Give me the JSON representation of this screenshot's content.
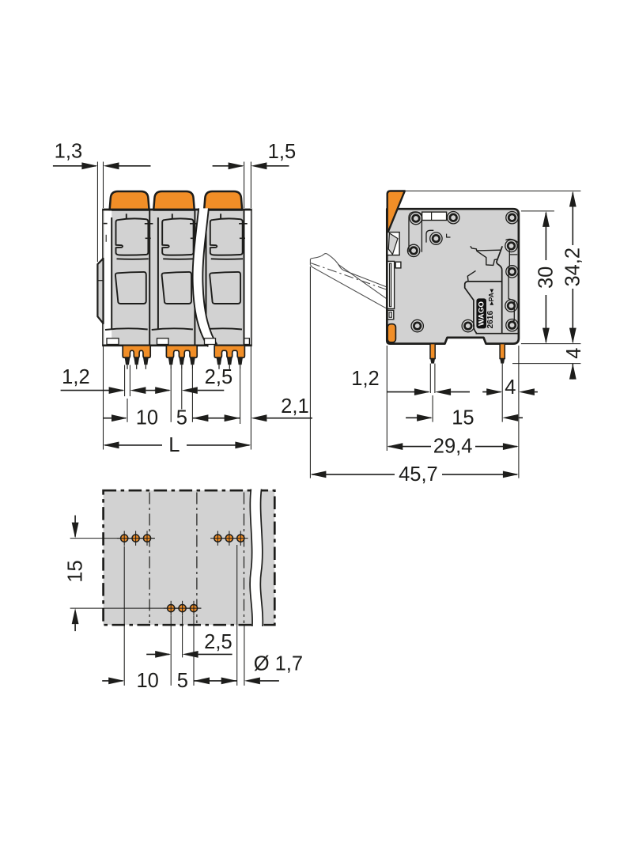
{
  "drawing": {
    "type": "technical-dimensional-drawing",
    "unit_style": "millimetres (decimal comma)"
  },
  "colors": {
    "accent_orange": "#f18e27",
    "body_gray": "#d2d2d2",
    "line": "#1d1d1b",
    "background": "#ffffff"
  },
  "front": {
    "dims": {
      "d13": "1,3",
      "d15": "1,5",
      "d12": "1,2",
      "d25": "2,5",
      "d10": "10",
      "d5": "5",
      "d21": "2,1",
      "dL": "L"
    }
  },
  "side": {
    "marking": {
      "brand": "WAGO",
      "series": "2616",
      "material": "▸PA◂"
    },
    "dims": {
      "d30": "30",
      "d342": "34,2",
      "d4v": "4",
      "d12": "1,2",
      "d4": "4",
      "d15": "15",
      "d294": "29,4",
      "d457": "45,7"
    }
  },
  "footprint": {
    "dims": {
      "d15": "15",
      "d25": "2,5",
      "d10": "10",
      "d5": "5",
      "ddia": "Ø 1,7"
    }
  }
}
